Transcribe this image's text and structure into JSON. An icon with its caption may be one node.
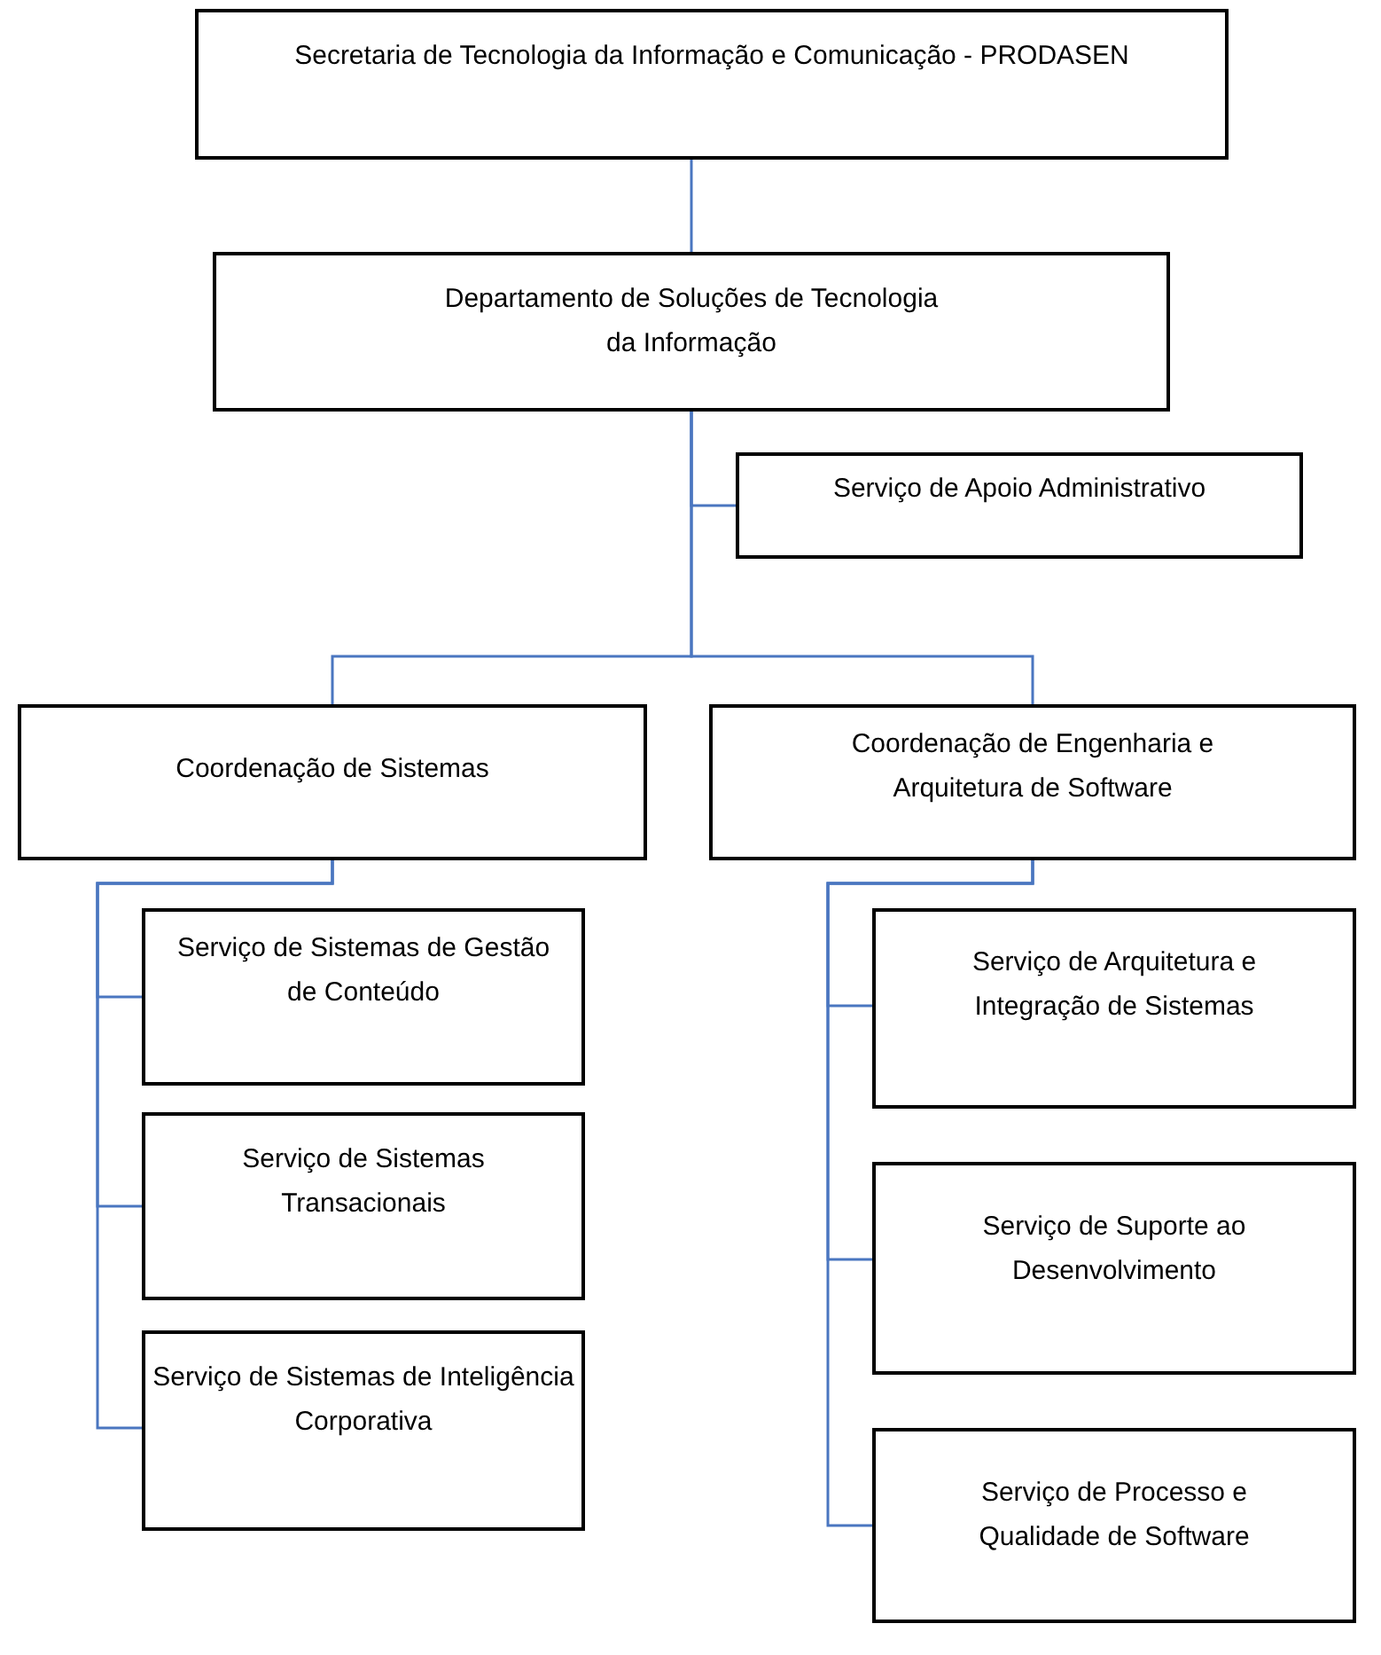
{
  "diagram": {
    "nodes": [
      {
        "text": [
          "Secretaria de Tecnologia da Informação e Comunicação - PRODASEN"
        ]
      },
      {
        "text": [
          "Departamento de Soluções de Tecnologia da Informação"
        ]
      },
      {
        "text": [
          "Serviço de Apoio Administrativo"
        ]
      },
      {
        "text": [
          "Coordenação de Sistemas"
        ]
      },
      {
        "text": [
          "Coordenação de Engenharia e Arquitetura de Software"
        ]
      },
      {
        "text": [
          "Serviço de Sistemas de Gestão de Conteúdo"
        ]
      },
      {
        "text": [
          "Serviço de Sistemas Transacionais"
        ]
      },
      {
        "text": [
          "Serviço de Sistemas de Inteligência Corporativa"
        ]
      },
      {
        "text": [
          "Serviço de Arquitetura e Integração de Sistemas"
        ]
      },
      {
        "text": [
          "Serviço de Suporte ao Desenvolvimento"
        ]
      },
      {
        "text": [
          "Serviço de Processo e Qualidade de Software"
        ]
      }
    ],
    "edges": [
      {
        "from": 0,
        "to": 1,
        "arrow": "none"
      },
      {
        "from": 1,
        "to": 2,
        "arrow": "none"
      },
      {
        "from": 1,
        "to": 3,
        "arrow": "none"
      },
      {
        "from": 1,
        "to": 4,
        "arrow": "none"
      },
      {
        "from": 3,
        "to": 5,
        "arrow": "none"
      },
      {
        "from": 3,
        "to": 6,
        "arrow": "none"
      },
      {
        "from": 3,
        "to": 7,
        "arrow": "none"
      },
      {
        "from": 4,
        "to": 8,
        "arrow": "none"
      },
      {
        "from": 4,
        "to": 9,
        "arrow": "none"
      },
      {
        "from": 4,
        "to": 10,
        "arrow": "none"
      }
    ]
  }
}
